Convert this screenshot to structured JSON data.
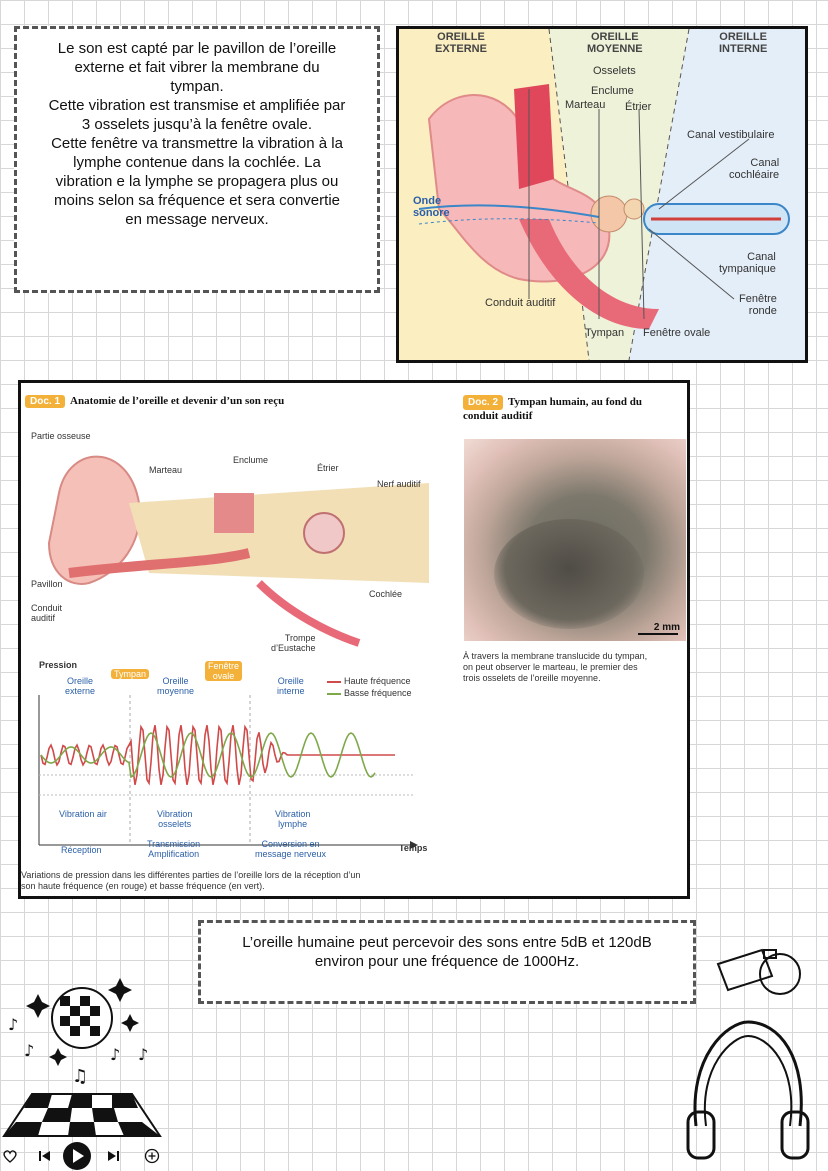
{
  "intro": {
    "lines": [
      "Le son est capté par le pavillon de l’oreille",
      "externe et fait vibrer la membrane du",
      "tympan.",
      "Cette vibration est transmise et amplifiée par",
      "3 osselets jusqu’à la fenêtre ovale.",
      "Cette fenêtre va transmettre la vibration à la",
      "lymphe contenue dans la cochlée. La",
      "vibration e la lymphe se propagera plus ou",
      "moins selon sa fréquence et sera convertie",
      "en message nerveux."
    ]
  },
  "ear_diagram": {
    "zone_externe": [
      "OREILLE",
      "EXTERNE"
    ],
    "zone_moyenne": [
      "OREILLE",
      "MOYENNE"
    ],
    "zone_interne": [
      "OREILLE",
      "INTERNE"
    ],
    "osselets": "Osselets",
    "enclume": "Enclume",
    "marteau": "Marteau",
    "etrier": "Étrier",
    "canal_vestibulaire": "Canal vestibulaire",
    "canal_cochleaire": [
      "Canal",
      "cochléaire"
    ],
    "onde_sonore": [
      "Onde",
      "sonore"
    ],
    "canal_tympanique": [
      "Canal",
      "tympanique"
    ],
    "fenetre_ronde": [
      "Fenêtre",
      "ronde"
    ],
    "conduit_auditif": "Conduit auditif",
    "tympan": "Tympan",
    "fenetre_ovale": "Fenêtre ovale"
  },
  "doc1": {
    "badge": "Doc. 1",
    "title": "Anatomie de l’oreille et devenir d’un son reçu",
    "labels": {
      "partie_osseuse": "Partie osseuse",
      "marteau": "Marteau",
      "enclume": "Enclume",
      "etrier": "Étrier",
      "nerf_auditif": "Nerf auditif",
      "pavillon": "Pavillon",
      "conduit_auditif": [
        "Conduit",
        "auditif"
      ],
      "cochlee": "Cochlée",
      "trompe": [
        "Trompe",
        "d’Eustache"
      ]
    },
    "graph": {
      "ylabel": "Pression",
      "xlabel": "Temps",
      "zones": [
        [
          "Oreille",
          "externe"
        ],
        [
          "Oreille",
          "moyenne"
        ],
        [
          "Oreille",
          "interne"
        ]
      ],
      "tympan_tag": "Tympan",
      "fenetre_tag": [
        "Fenêtre",
        "ovale"
      ],
      "legend": [
        {
          "name": "Haute fréquence",
          "color": "#d04a4a"
        },
        {
          "name": "Basse fréquence",
          "color": "#7fa84a"
        }
      ],
      "vibrations": [
        "Vibration air",
        [
          "Vibration",
          "osselets"
        ],
        [
          "Vibration",
          "lymphe"
        ]
      ],
      "phases": [
        "Réception",
        [
          "Transmission",
          "Amplification"
        ],
        [
          "Conversion en",
          "message nerveux"
        ]
      ]
    },
    "caption": [
      "Variations de pression dans les différentes parties de l’oreille lors de la réception d’un",
      "son haute fréquence (en rouge) et basse fréquence (en vert)."
    ]
  },
  "doc2": {
    "badge": "Doc. 2",
    "title": [
      "Tympan humain, au fond du",
      "conduit auditif"
    ],
    "scale": "2 mm",
    "caption": [
      "À travers la membrane translucide du tympan,",
      "on peut observer le marteau, le premier des",
      "trois osselets de l’oreille moyenne."
    ]
  },
  "range_note": {
    "lines": [
      "L’oreille humaine peut percevoir des sons entre 5dB et 120dB",
      "environ pour une fréquence de 1000Hz."
    ]
  },
  "player": {
    "icons": [
      "heart-icon",
      "previous-icon",
      "play-icon",
      "next-icon",
      "add-icon"
    ]
  }
}
